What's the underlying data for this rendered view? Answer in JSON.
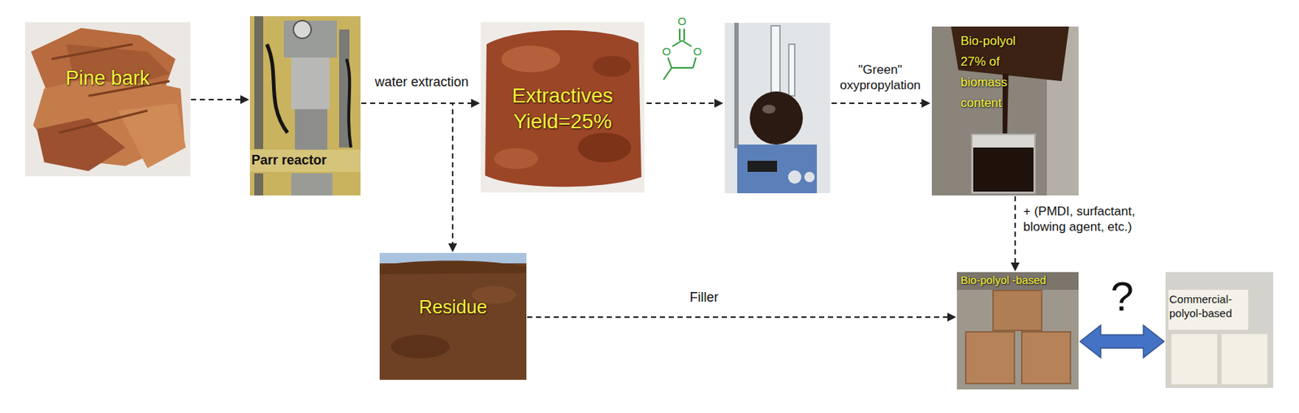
{
  "diagram": {
    "nodes": [
      {
        "text": [
          "Pine bark"
        ]
      },
      {
        "text": [
          "Parr reactor"
        ]
      },
      {
        "text": [
          "Extractives Yield=25%"
        ]
      },
      {
        "text": [
          "Bio-polyol 27% of biomass content"
        ]
      },
      {
        "text": [
          "Residue"
        ]
      },
      {
        "text": [
          "Bio-polyol -based"
        ]
      },
      {
        "text": [
          "Commercial-polyol-based"
        ]
      }
    ],
    "edges": [
      {
        "from": 0,
        "to": 1,
        "arrow": "to"
      },
      {
        "from": 1,
        "to": 2,
        "arrow": "to",
        "label": "water extraction"
      },
      {
        "from": 1,
        "to": 4,
        "arrow": "to"
      },
      {
        "from": 3,
        "to": 5,
        "arrow": "to",
        "label": "+ (PMDI, surfactant, blowing agent, etc.)"
      },
      {
        "from": 4,
        "to": 5,
        "arrow": "to",
        "label": "Filler"
      },
      {
        "from": 5,
        "to": 6,
        "arrow": "both"
      }
    ],
    "labels": [
      "O",
      "O",
      "O",
      "\"Green\" oxypropylation",
      "?"
    ]
  }
}
